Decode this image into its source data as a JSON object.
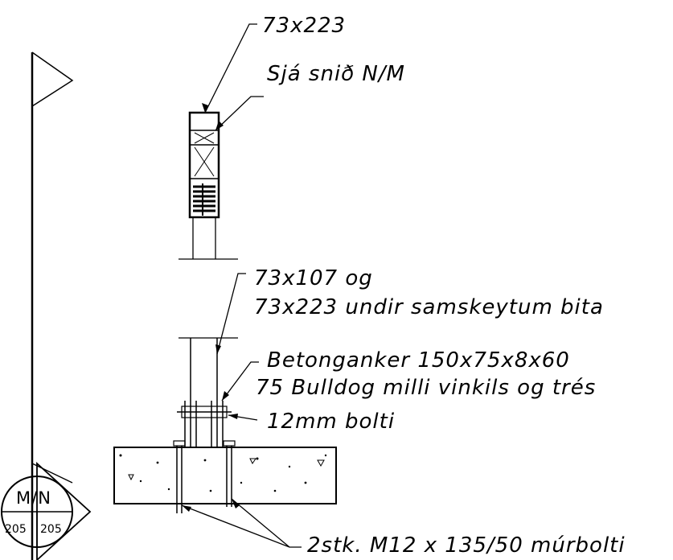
{
  "labels": {
    "top_size": "73x223",
    "see_section": "Sjá snið N/M",
    "post_size_line1": "73x107 og",
    "post_size_line2": "73x223 undir samskeytum bita",
    "anchor_line1": "Betonganker 150x75x8x60",
    "anchor_line2": "75 Bulldog milli vinkils og trés",
    "bolt": "12mm bolti",
    "masonry_bolts": "2stk. M12 x 135/50 múrbolti"
  },
  "section_marker": {
    "letters": "M/N",
    "left_ref": "205",
    "right_ref": "205"
  }
}
